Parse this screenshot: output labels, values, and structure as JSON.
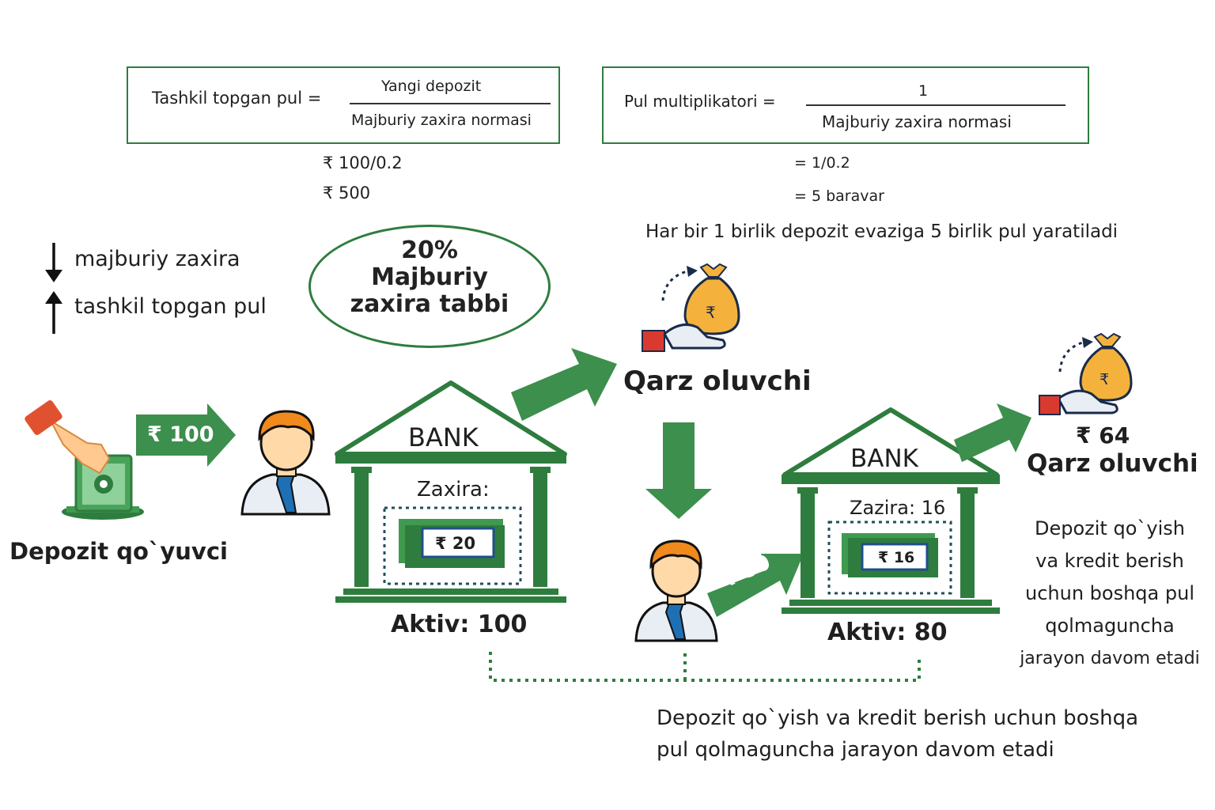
{
  "formula1": {
    "label": "Tashkil topgan pul =",
    "numerator": "Yangi depozit",
    "denominator": "Majburiy zaxira normasi",
    "calc1": "₹ 100/0.2",
    "calc2": "₹ 500"
  },
  "formula2": {
    "label": "Pul multiplikatori =",
    "numerator": "1",
    "denominator": "Majburiy zaxira normasi",
    "calc1": "= 1/0.2",
    "calc2": "= 5 baravar"
  },
  "multiplier_note": "Har bir 1 birlik depozit evaziga 5 birlik pul yaratiladi",
  "legend": {
    "down_text": "majburiy zaxira",
    "up_text": "tashkil topgan pul"
  },
  "requirement": {
    "line1": "20%",
    "line2": "Majburiy",
    "line3": "zaxira tabbi"
  },
  "depositor": {
    "label": "Depozit qo`yuvci",
    "amount": "₹ 100"
  },
  "bank1": {
    "title": "BANK",
    "reserve_label": "Zaxira:",
    "reserve_amount": "₹ 20",
    "assets": "Aktiv: 100"
  },
  "borrower1": {
    "label": "Qarz oluvchi"
  },
  "transfer2": {
    "amount": "₹ 80"
  },
  "bank2": {
    "title": "BANK",
    "reserve_label": "Zazira: 16",
    "reserve_amount": "₹ 16",
    "assets": "Aktiv: 80"
  },
  "borrower2": {
    "amount": "₹ 64",
    "label": "Qarz oluvchi"
  },
  "side_note": {
    "l1": "Depozit qo`yish",
    "l2": "va kredit berish",
    "l3": "uchun boshqa pul",
    "l4": "qolmaguncha",
    "l5": "jarayon davom etadi"
  },
  "bottom_note": {
    "l1": "Depozit qo`yish va kredit berish uchun boshqa",
    "l2": "pul qolmaguncha jarayon davom etadi"
  },
  "colors": {
    "green": "#2e7d3e",
    "dark_text": "#1f1f1f",
    "person_hair": "#f08a1c",
    "skin": "#ffd9a8",
    "tie": "#1f6fb5",
    "bag": "#f4b23c"
  }
}
